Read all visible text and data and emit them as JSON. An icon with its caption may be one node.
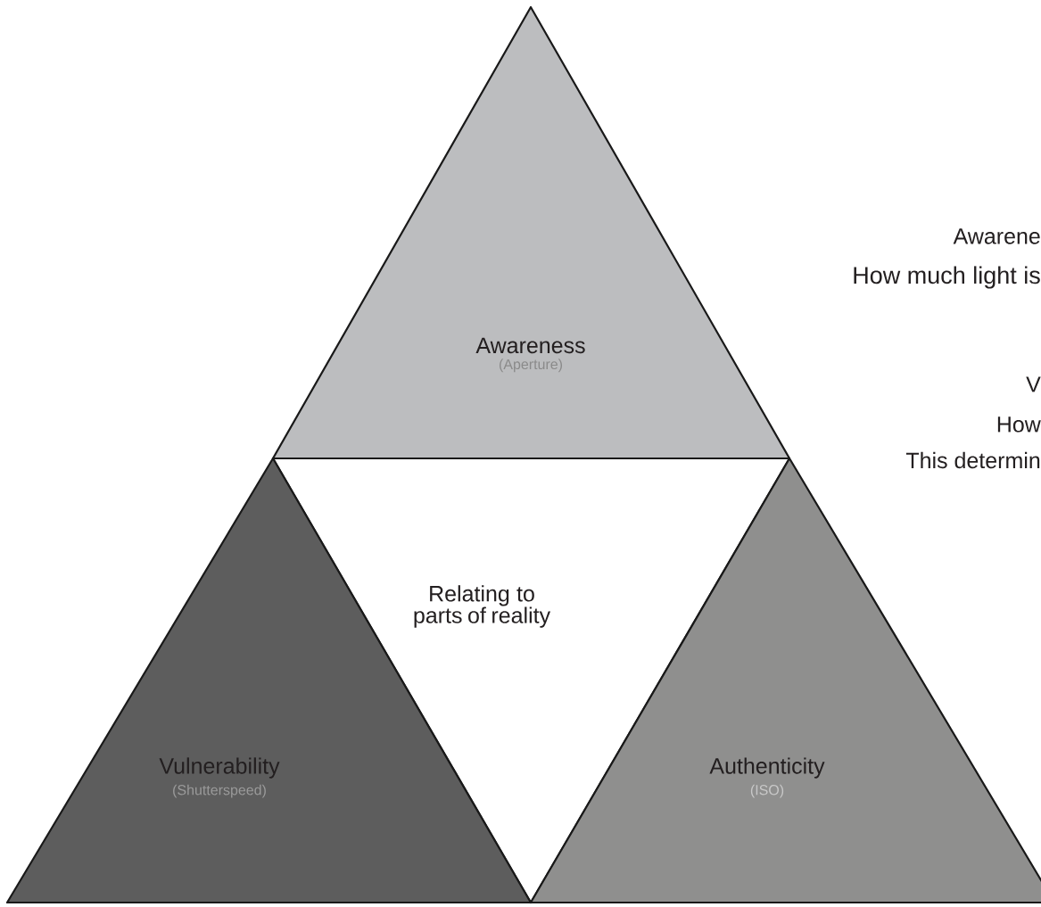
{
  "diagram": {
    "nodes": [
      {
        "text": [
          "Awareness",
          "(Aperture)"
        ]
      },
      {
        "text": [
          "Relating to parts of reality"
        ]
      },
      {
        "text": [
          "Vulnerability",
          "(Shutterspeed)"
        ]
      },
      {
        "text": [
          "Authenticity",
          "(ISO)"
        ]
      }
    ],
    "labels": [
      "Awarene",
      "How much light is",
      "V",
      "How",
      "This determin"
    ]
  }
}
